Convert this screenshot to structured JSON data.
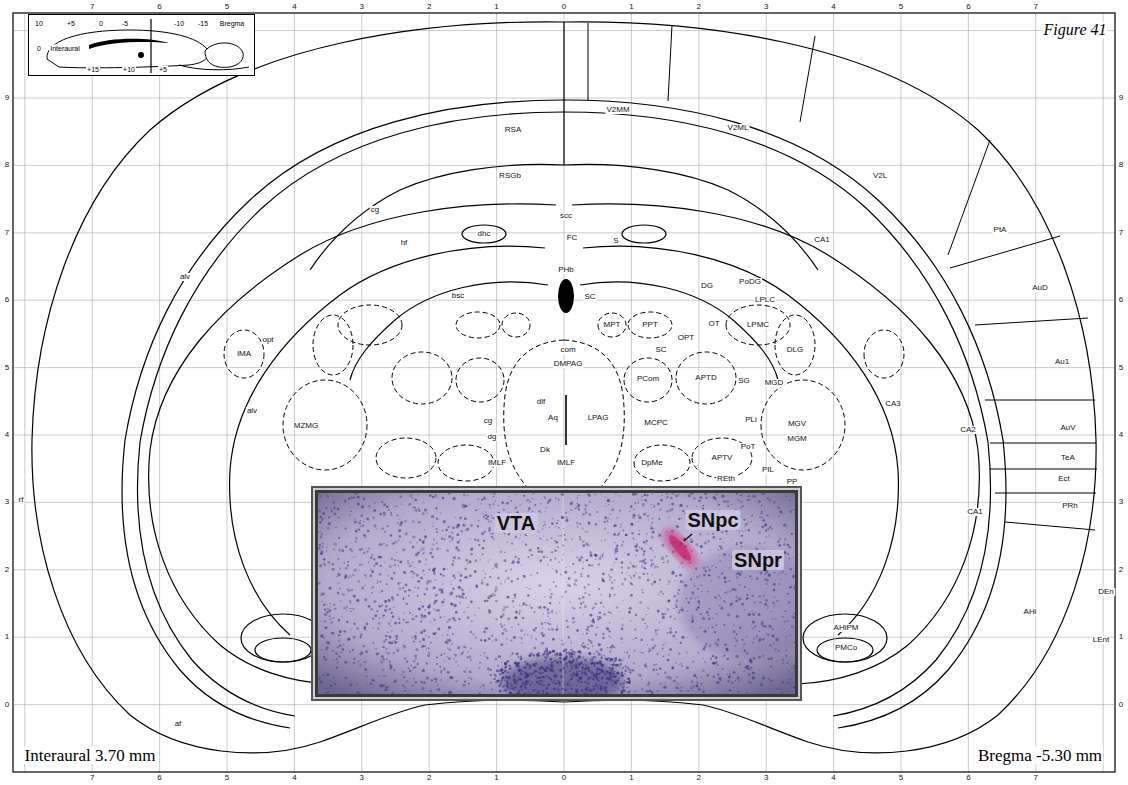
{
  "diagram": {
    "title": "Figure 41",
    "nodes": [
      {
        "text": [
          "10",
          "+5",
          "0",
          "-5",
          "-10",
          "-15",
          "Bregma",
          "0",
          "Interaural",
          "+15",
          "+10",
          "+5"
        ]
      },
      {
        "text": [
          "VTA",
          "SNpc",
          "SNpr"
        ]
      }
    ],
    "labels": [
      "7",
      "6",
      "5",
      "4",
      "3",
      "2",
      "1",
      "0",
      "1",
      "2",
      "3",
      "4",
      "5",
      "6",
      "7",
      "9",
      "8",
      "7",
      "6",
      "5",
      "4",
      "3",
      "2",
      "1",
      "0",
      "9",
      "8",
      "7",
      "6",
      "5",
      "4",
      "3",
      "2",
      "1",
      "0",
      "7",
      "6",
      "5",
      "4",
      "3",
      "2",
      "1",
      "0",
      "1",
      "2",
      "3",
      "4",
      "5",
      "6",
      "7",
      "Interaural 3.70 mm",
      "Bregma -5.30 mm",
      "RSA",
      "V2MM",
      "V2ML",
      "RSGb",
      "V2L",
      "cg",
      "scc",
      "CA1",
      "PtA",
      "dhc",
      "FC",
      "S",
      "hf",
      "PHb",
      "alv",
      "DG",
      "PoDG",
      "AuD",
      "bsc",
      "SC",
      "LPLC",
      "MPT",
      "PPT",
      "OT",
      "LPMC",
      "OPT",
      "IMA",
      "opt",
      "SC",
      "DLG",
      "com",
      "Au1",
      "DMPAG",
      "PCom",
      "APTD",
      "SG",
      "MGD",
      "dlf",
      "CA3",
      "alv",
      "Aq",
      "LPAG",
      "cg",
      "MCPC",
      "PLi",
      "MGV",
      "MZMG",
      "AuV",
      "CA2",
      "dg",
      "MGM",
      "PoT",
      "Dk",
      "APTV",
      "TeA",
      "IMLF",
      "IMLF",
      "DpMe",
      "PIL",
      "REth",
      "Ect",
      "PP",
      "rf",
      "CA1",
      "PRh",
      "DEn",
      "AHi",
      "LEnt",
      "AHiPM",
      "PMCo",
      "af"
    ]
  }
}
